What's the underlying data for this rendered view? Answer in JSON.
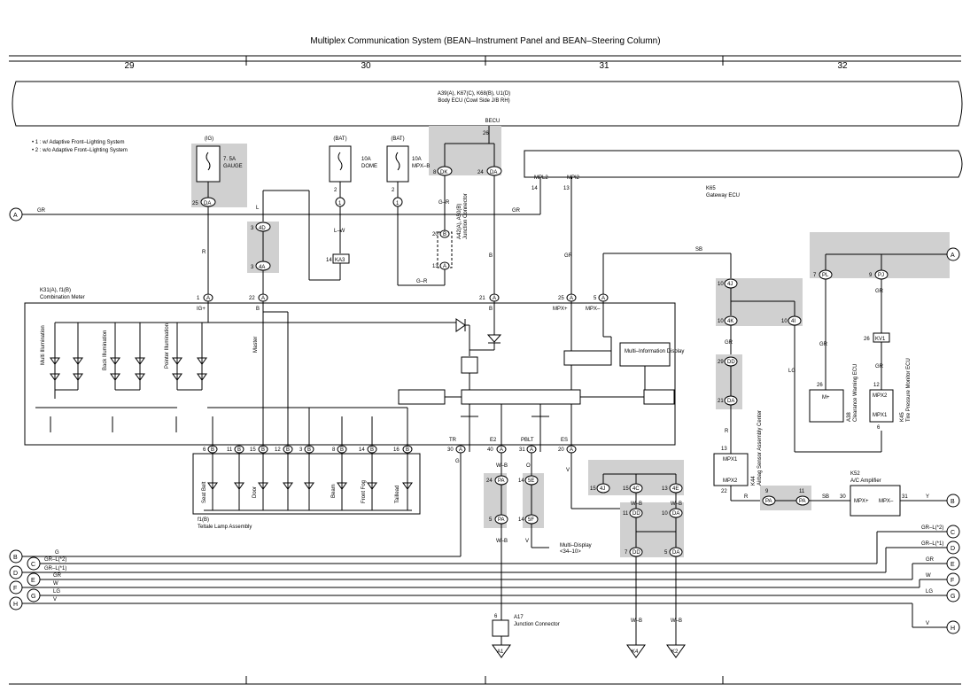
{
  "title": "Multiplex Communication System (BEAN–Instrument Panel and BEAN–Steering Column)",
  "columns": [
    "29",
    "30",
    "31",
    "32"
  ],
  "body_ecu": {
    "line1": "A39(A), K67(C), K68(B), U1(D)",
    "line2": "Body ECU (Cowl Side J/B RH)",
    "becu": "BECU"
  },
  "notes": [
    "• 1 : w/ Adaptive Front–Lighting System",
    "• 2 : w/o Adaptive Front–Lighting System"
  ],
  "fuses": [
    {
      "source": "(IG)",
      "rating": "7. 5A",
      "name": "GAUGE",
      "pin": "25",
      "conn": "DA"
    },
    {
      "source": "(BAT)",
      "rating": "10A",
      "name": "DOME",
      "pin": "2",
      "conn": "1"
    },
    {
      "source": "(BAT)",
      "rating": "10A",
      "name": "MPX–B",
      "pin": "2",
      "conn": "1"
    }
  ],
  "gateway": {
    "name": "K65",
    "desc": "Gateway ECU",
    "mpl2": "MPL2",
    "mpi2": "MPI2",
    "p14": "14",
    "p13": "13"
  },
  "meter": {
    "name": "K31(A), f1(B)",
    "desc": "Combination Meter",
    "igp": "IG+",
    "b1": "B",
    "b2": "B",
    "mpxp": "MPX+",
    "mpxm": "MPX–",
    "lamps": [
      "Multi Illumination",
      "Back Illumination",
      "Pointer Illumination",
      "Master"
    ],
    "info": "Multi–Information Display",
    "tr": "TR",
    "e2": "E2",
    "pblt": "PBLT",
    "es": "ES"
  },
  "teltale": {
    "name": "f1(B)",
    "desc": "Teltale Lamp Assembly",
    "lamps": [
      "Seat Belt",
      "Door",
      "Beam",
      "Front Fog",
      "Taillead"
    ]
  },
  "jc_a42": {
    "name": "A42(A), A50(B)",
    "desc": "Junction Connector"
  },
  "airbag": {
    "name": "K44",
    "desc": "Airbag Sensor Assembly Center",
    "mpx1": "MPX1",
    "mpx2": "MPX2"
  },
  "clearance": {
    "name": "A38",
    "desc": "Clearance Warning ECU",
    "mp": "M+"
  },
  "tire": {
    "name": "K45",
    "desc": "Tire Pressure Monitor ECU",
    "mpx2": "MPX2",
    "mpx1": "MPX1"
  },
  "ac": {
    "name": "K52",
    "desc": "A/C Amplifier",
    "mpxp": "MPX+",
    "mpxm": "MPX–"
  },
  "a17": {
    "name": "A17",
    "desc": "Junction Connector"
  },
  "multi_display": {
    "line1": "Multi–Display",
    "line2": "<34–10>"
  },
  "grounds": [
    "A1",
    "K4",
    "K2"
  ],
  "wires": {
    "gr": "GR",
    "r": "R",
    "l": "L",
    "lw": "L–W",
    "gr2": "G–R",
    "b": "B",
    "sb": "SB",
    "lg": "LG",
    "g": "G",
    "wb": "W–B",
    "o": "O",
    "v": "V",
    "w": "W",
    "y": "Y",
    "grl2": "GR–L(*2)",
    "grl1": "GR–L(*1)"
  },
  "left_labels": [
    "A",
    "B",
    "C",
    "D",
    "E",
    "F",
    "G",
    "H"
  ],
  "right_labels": [
    "A",
    "B",
    "C",
    "D",
    "E",
    "F",
    "G",
    "H"
  ]
}
